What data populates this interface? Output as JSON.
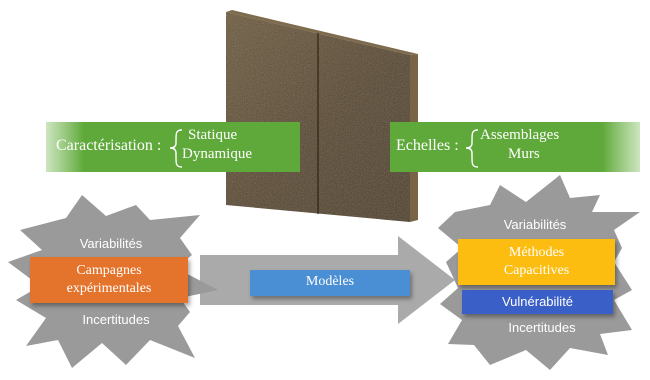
{
  "caracterisation": {
    "label": "Caractérisation :",
    "items": [
      "Statique",
      "Dynamique"
    ]
  },
  "echelles": {
    "label": "Echelles :",
    "items": [
      "Assemblages",
      "Murs"
    ]
  },
  "left": {
    "top_text": "Variabilités",
    "box_lines": [
      "Campagnes",
      "expérimentales"
    ],
    "bottom_text": "Incertitudes"
  },
  "center": {
    "label": "Modèles"
  },
  "right": {
    "top_text": "Variabilités",
    "box_lines": [
      "Méthodes",
      "Capacitives"
    ],
    "box2": "Vulnérabilité",
    "bottom_text": "Incertitudes"
  },
  "colors": {
    "green": "#5fa83a",
    "orange": "#e4732c",
    "blue": "#4a8fd3",
    "gold": "#fcbc10",
    "navy": "#3a5fc7",
    "gray": "#9a9a9a",
    "wood": "#5b4a32"
  }
}
